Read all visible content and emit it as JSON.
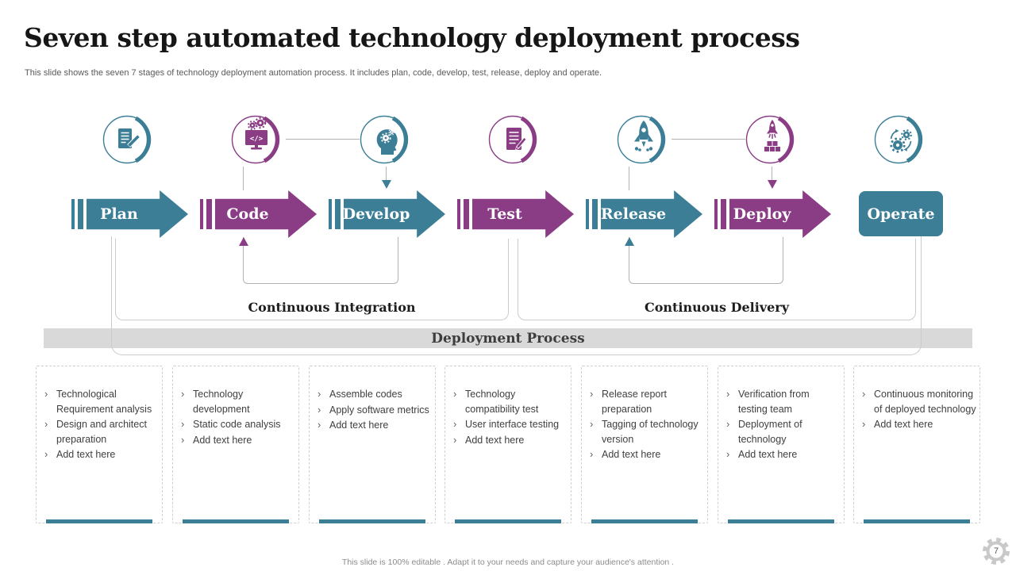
{
  "slide": {
    "title": "Seven step automated technology deployment process",
    "subtitle": "This slide shows the seven 7 stages of technology deployment automation process. It includes plan, code, develop, test, release, deploy and operate.",
    "footer": "This slide is 100% editable . Adapt it to your needs and capture your audience's attention .",
    "page_number": "7"
  },
  "colors": {
    "teal": "#3B7E96",
    "purple": "#8A3C85",
    "band_background": "#D9D9D9",
    "connector_gray": "#B3B3B3",
    "card_border": "#CFCFCF"
  },
  "process": {
    "steps": [
      {
        "label": "Plan",
        "color": "#3B7E96",
        "icon": "document-pencil-icon"
      },
      {
        "label": "Code",
        "color": "#8A3C85",
        "icon": "monitor-gears-icon"
      },
      {
        "label": "Develop",
        "color": "#3B7E96",
        "icon": "head-gears-icon"
      },
      {
        "label": "Test",
        "color": "#8A3C85",
        "icon": "checklist-pen-icon"
      },
      {
        "label": "Release",
        "color": "#3B7E96",
        "icon": "rocket-icon"
      },
      {
        "label": "Deploy",
        "color": "#8A3C85",
        "icon": "rocket-boxes-icon"
      },
      {
        "label": "Operate",
        "color": "#3B7E96",
        "icon": "gears-sync-icon"
      }
    ],
    "groups": [
      {
        "label": "Continuous Integration"
      },
      {
        "label": "Continuous Delivery"
      }
    ],
    "band_label": "Deployment Process"
  },
  "bullet_glyph": "›",
  "cards": [
    {
      "bullets": [
        "Technological Requirement analysis",
        "Design and architect preparation",
        "Add text here"
      ]
    },
    {
      "bullets": [
        "Technology development",
        "Static code analysis",
        "Add text here"
      ]
    },
    {
      "bullets": [
        "Assemble codes",
        "Apply software metrics",
        "Add text here"
      ]
    },
    {
      "bullets": [
        "Technology compatibility test",
        "User interface testing",
        "Add text here"
      ]
    },
    {
      "bullets": [
        "Release report preparation",
        "Tagging of technology version",
        "Add text here"
      ]
    },
    {
      "bullets": [
        "Verification from testing team",
        "Deployment of technology",
        "Add text here"
      ]
    },
    {
      "bullets": [
        "Continuous monitoring of deployed technology",
        "Add text here"
      ]
    }
  ]
}
